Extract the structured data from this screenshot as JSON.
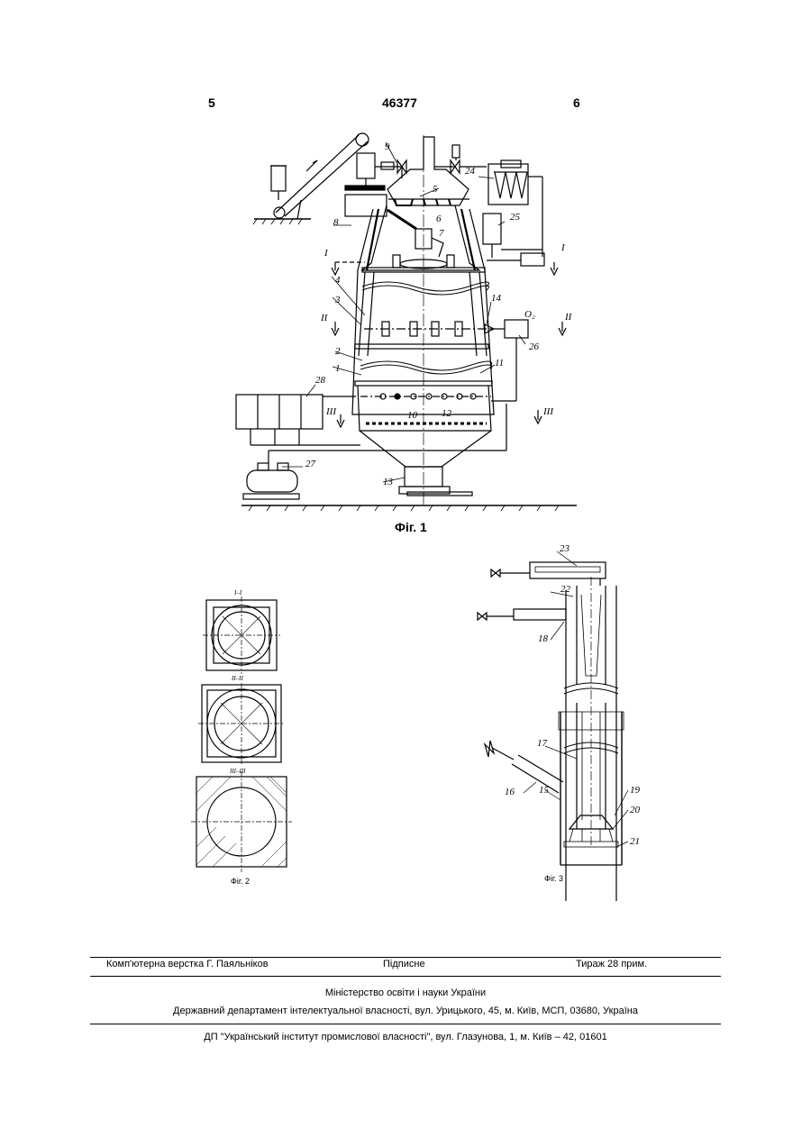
{
  "header": {
    "page_left": "5",
    "patent_number": "46377",
    "page_right": "6"
  },
  "figures": {
    "fig1_caption": "Фіг. 1",
    "fig2_caption": "Фіг. 2",
    "fig3_caption": "Фіг. 3",
    "fig1_labels": [
      "1",
      "2",
      "3",
      "4",
      "5",
      "6",
      "7",
      "8",
      "9",
      "10",
      "11",
      "12",
      "13",
      "14",
      "24",
      "25",
      "26",
      "27",
      "28"
    ],
    "fig3_labels": [
      "15",
      "16",
      "17",
      "18",
      "19",
      "20",
      "21",
      "22",
      "23"
    ],
    "sections": {
      "s1": "I",
      "s2": "II",
      "s3": "III",
      "o2": "O₂"
    },
    "section_titles": {
      "a": "I–I",
      "b": "II–II",
      "c": "III–III"
    }
  },
  "footer": {
    "layout": "Комп'ютерна верстка Г. Паяльніков",
    "signed": "Підписне",
    "circulation": "Тираж 28 прим.",
    "ministry": "Міністерство освіти і науки України",
    "department": "Державний департамент інтелектуальної власності, вул. Урицького, 45, м. Київ, МСП, 03680, Україна",
    "institute": "ДП \"Український інститут промислової власності\", вул. Глазунова, 1, м. Київ – 42, 01601"
  }
}
